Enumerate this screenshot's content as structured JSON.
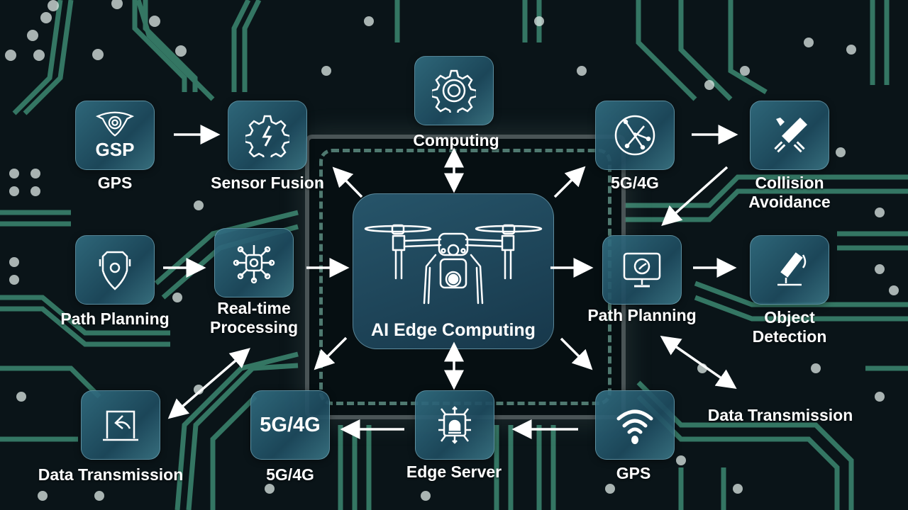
{
  "diagram": {
    "title": "AI Edge Computing",
    "center": {
      "label": "AI Edge Computing",
      "icon": "drone-icon"
    },
    "nodes": [
      {
        "id": "gps-top",
        "label": "GPS",
        "card_text": "GSP",
        "icon": "shield-eye-icon"
      },
      {
        "id": "sensor-fusion",
        "label": "Sensor Fusion",
        "icon": "gear-lightning-icon"
      },
      {
        "id": "computing",
        "label": "Computing",
        "icon": "gear-icon"
      },
      {
        "id": "net-top",
        "label": "5G/4G",
        "icon": "network-globe-icon"
      },
      {
        "id": "collision-avoidance",
        "label_line1": "Collision",
        "label_line2": "Avoidance",
        "icon": "satellite-icon"
      },
      {
        "id": "path-planning-left",
        "label": "Path Planning",
        "icon": "location-shield-icon"
      },
      {
        "id": "realtime-processing",
        "label_line1": "Real-time",
        "label_line2": "Processing",
        "icon": "chip-network-icon"
      },
      {
        "id": "path-planning-right",
        "label": "Path Planning",
        "icon": "monitor-gear-icon"
      },
      {
        "id": "object-detection",
        "label_line1": "Object",
        "label_line2": "Detection",
        "icon": "microscope-icon"
      },
      {
        "id": "data-transmission-left",
        "label": "Data Transmission",
        "icon": "laptop-arrow-icon"
      },
      {
        "id": "net-bottom",
        "label": "5G/4G",
        "card_text": "5G/4G"
      },
      {
        "id": "edge-server",
        "label": "Edge Server",
        "icon": "server-chip-icon"
      },
      {
        "id": "gps-bottom",
        "label": "GPS",
        "icon": "wifi-icon"
      },
      {
        "id": "data-transmission-right",
        "label": "Data Transmission"
      }
    ],
    "edges": [
      {
        "from": "gps-top",
        "to": "sensor-fusion",
        "type": "arrow"
      },
      {
        "from": "center",
        "to": "sensor-fusion",
        "type": "arrow"
      },
      {
        "from": "center",
        "to": "computing",
        "type": "bidirectional"
      },
      {
        "from": "center",
        "to": "net-top",
        "type": "arrow"
      },
      {
        "from": "net-top",
        "to": "collision-avoidance",
        "type": "arrow"
      },
      {
        "from": "collision-avoidance",
        "to": "path-planning-right",
        "type": "arrow"
      },
      {
        "from": "path-planning-left",
        "to": "realtime-processing",
        "type": "arrow"
      },
      {
        "from": "realtime-processing",
        "to": "center",
        "type": "arrow"
      },
      {
        "from": "center",
        "to": "path-planning-right",
        "type": "arrow"
      },
      {
        "from": "path-planning-right",
        "to": "object-detection",
        "type": "arrow"
      },
      {
        "from": "center",
        "to": "data-transmission-left",
        "type": "arrow"
      },
      {
        "from": "realtime-processing",
        "to": "data-transmission-left",
        "type": "bidirectional"
      },
      {
        "from": "center",
        "to": "edge-server",
        "type": "bidirectional"
      },
      {
        "from": "center",
        "to": "gps-bottom",
        "type": "arrow"
      },
      {
        "from": "edge-server",
        "to": "net-bottom",
        "type": "arrow"
      },
      {
        "from": "gps-bottom",
        "to": "edge-server",
        "type": "arrow"
      },
      {
        "from": "path-planning-right",
        "to": "data-transmission-right",
        "type": "bidirectional"
      }
    ]
  },
  "colors": {
    "background": "#0a1418",
    "trace": "#3f8f76",
    "card": "#2e6a80",
    "text": "#ffffff"
  }
}
